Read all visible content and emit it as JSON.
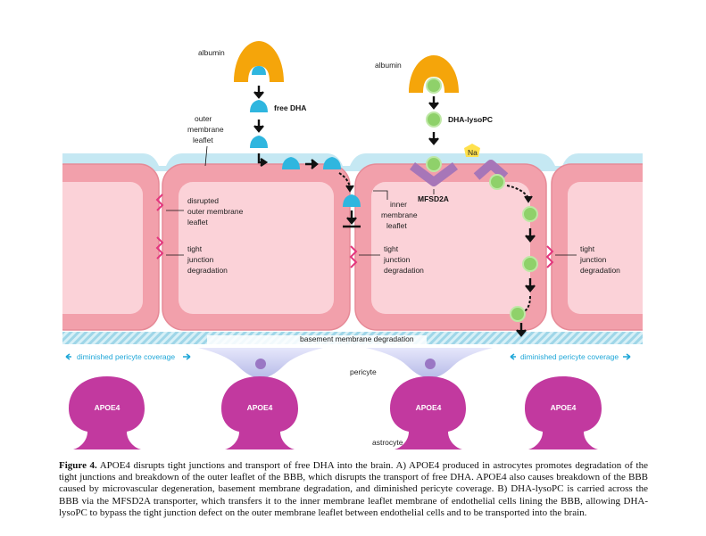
{
  "labels": {
    "albumin_left": "albumin",
    "albumin_right": "albumin",
    "free_dha": "free DHA",
    "dha_lysopc": "DHA-lysoPC",
    "na": "Na",
    "outer_membrane_leaflet": [
      "outer",
      "membrane",
      "leaflet"
    ],
    "disrupted_outer": [
      "disrupted",
      "outer membrane",
      "leaflet"
    ],
    "inner_membrane_leaflet": [
      "inner",
      "membrane",
      "leaflet"
    ],
    "mfsd2a": "MFSD2A",
    "tight_junction_degradation": [
      "tight",
      "junction",
      "degradation"
    ],
    "basement_membrane_degradation": "basement membrane degradation",
    "diminished_pericyte_coverage": "diminished pericyte coverage",
    "pericyte": "pericyte",
    "astrocyte": "astrocyte",
    "apoe4": "APOE4"
  },
  "caption": {
    "title": "Figure 4.",
    "text": "APOE4 disrupts tight junctions and transport of free DHA into the brain. A) APOE4 produced in astrocytes promotes degradation of the tight junctions and breakdown of the outer leaflet of the BBB, which disrupts the transport of free DHA. APOE4 also causes breakdown of the BBB caused by microvascular degeneration, basement membrane degradation, and diminished pericyte coverage. B) DHA-lysoPC is carried across the BBB via the MFSD2A transporter, which transfers it to the inner membrane leaflet membrane of endothelial cells lining the BBB, allowing DHA-lysoPC to bypass the tight junction defect on the outer membrane leaflet between endothelial cells and to be transported into the brain."
  },
  "colors": {
    "albumin": "#f5a50a",
    "dha": "#2fb6df",
    "lysopc": "#8fd16a",
    "cell": "#f3a3ae",
    "cell_inner": "#fbd3d8",
    "membrane": "#c5e8f3",
    "mfsd2a": "#a776b8",
    "sodium": "#ffe14d",
    "apoe4": "#c2399f",
    "pericyte": "#bfc3ec"
  }
}
